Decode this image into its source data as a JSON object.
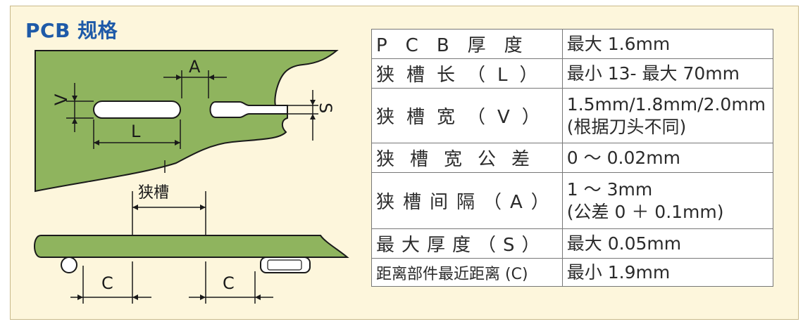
{
  "title": "PCB 规格",
  "diagram": {
    "label_A": "A",
    "label_V": "V",
    "label_L": "L",
    "label_S": "S",
    "label_slot": "狭槽",
    "label_C": "C"
  },
  "spec_table": {
    "rows": [
      {
        "key": "PCB厚度",
        "value": "最大 1.6mm"
      },
      {
        "key": "狭槽长（L）",
        "value": "最小 13- 最大 70mm"
      },
      {
        "key": "狭槽宽（V）",
        "value_line1": "1.5mm/1.8mm/2.0mm",
        "value_line2": "(根据刀头不同)"
      },
      {
        "key": "狭槽宽公差",
        "value": "0 ～ 0.02mm"
      },
      {
        "key": "狭槽间隔（A）",
        "value_line1": "1 ～ 3mm",
        "value_line2": "(公差 0 ＋ 0.1mm)"
      },
      {
        "key": "最大厚度（S）",
        "value": "最大 0.05mm"
      },
      {
        "key": "距离部件最近距离 (C)",
        "value": "最小 1.9mm"
      }
    ]
  }
}
